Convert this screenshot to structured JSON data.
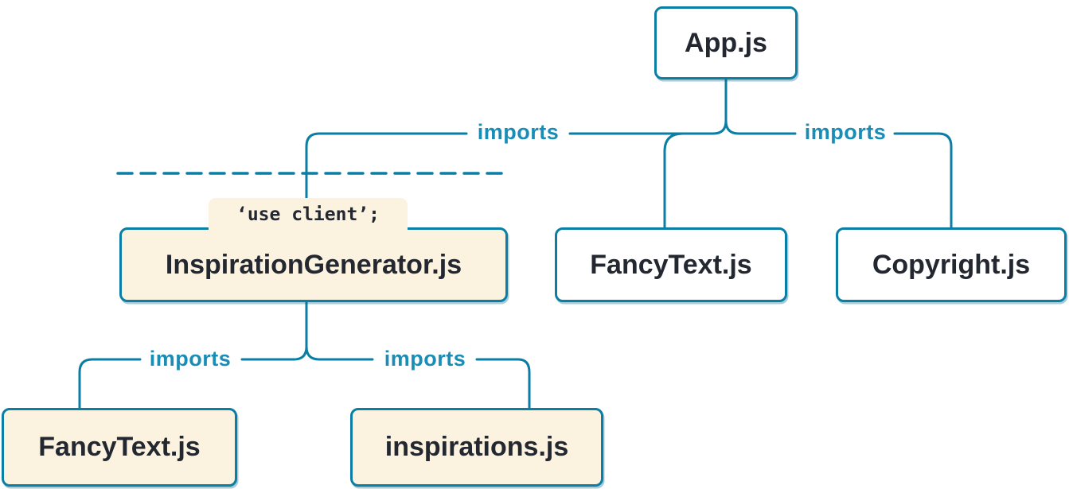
{
  "diagram": {
    "type": "module-dependency-tree",
    "colors": {
      "line": "#0a7ea4",
      "imports": "#1a8db6",
      "text": "#23272f",
      "client_bg": "#fbf2e0",
      "server_bg": "#ffffff"
    },
    "nodes": {
      "app": {
        "label": "App.js",
        "kind": "server"
      },
      "inspiration_generator": {
        "label": "InspirationGenerator.js",
        "kind": "client",
        "directive": "‘use client’;"
      },
      "fancy_text_top": {
        "label": "FancyText.js",
        "kind": "server"
      },
      "copyright": {
        "label": "Copyright.js",
        "kind": "server"
      },
      "fancy_text_bottom": {
        "label": "FancyText.js",
        "kind": "client"
      },
      "inspirations": {
        "label": "inspirations.js",
        "kind": "client"
      }
    },
    "edges": [
      {
        "from": "App.js",
        "to": "InspirationGenerator.js",
        "label": "imports"
      },
      {
        "from": "App.js",
        "to": "FancyText.js",
        "label": ""
      },
      {
        "from": "App.js",
        "to": "Copyright.js",
        "label": "imports"
      },
      {
        "from": "InspirationGenerator.js",
        "to": "FancyText.js",
        "label": "imports"
      },
      {
        "from": "InspirationGenerator.js",
        "to": "inspirations.js",
        "label": "imports"
      }
    ],
    "client_boundary": {
      "style": "dashed"
    }
  }
}
